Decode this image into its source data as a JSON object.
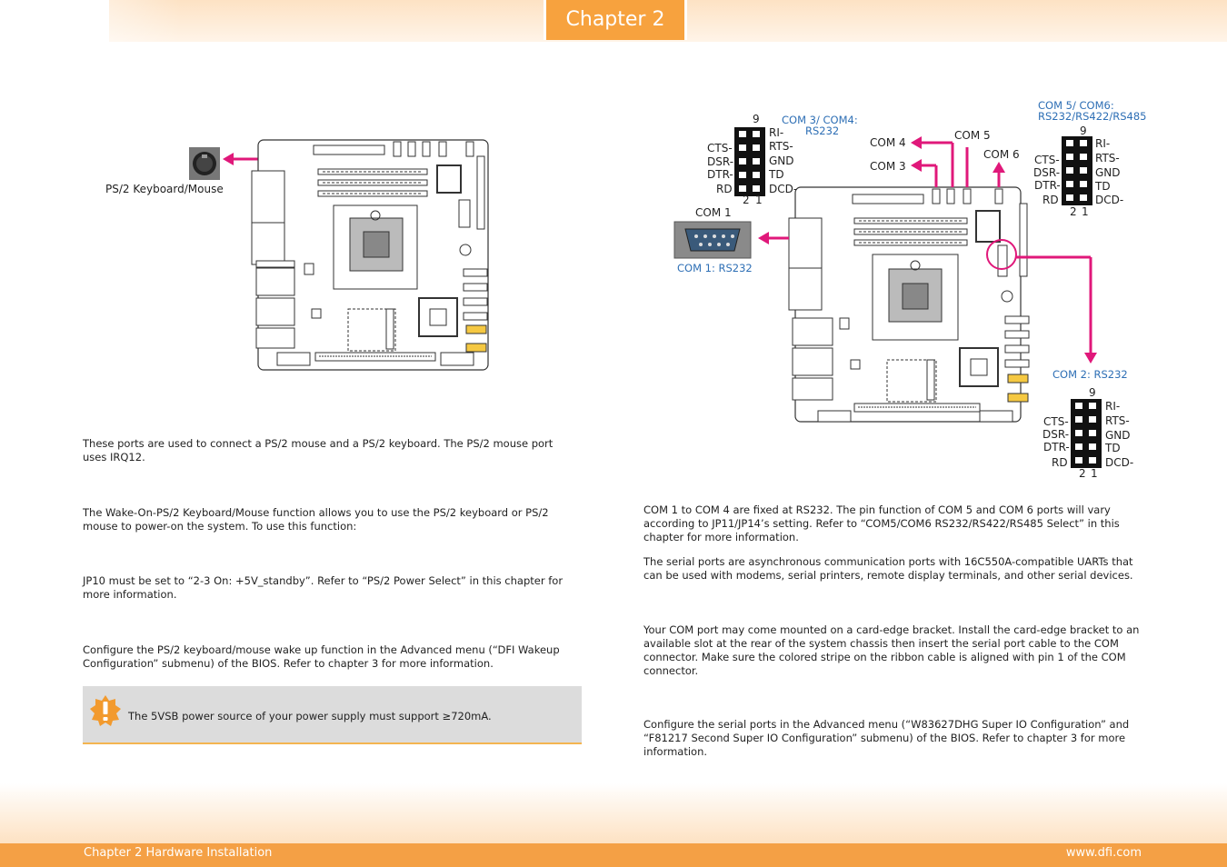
{
  "header": {
    "chapter_tab": "Chapter 2"
  },
  "footer": {
    "left": "Chapter 2 Hardware Installation",
    "right": "www.dfi.com"
  },
  "ps2": {
    "connector_label": "PS/2 Keyboard/Mouse",
    "paragraphs": [
      "These ports are used to connect a PS/2 mouse and a PS/2 keyboard. The PS/2 mouse port uses IRQ12.",
      "The Wake-On-PS/2 Keyboard/Mouse function allows you to use the PS/2 keyboard or PS/2 mouse to power-on the system. To use this function:",
      "JP10 must be set to “2-3 On: +5V_standby”. Refer to “PS/2 Power Select” in this chapter for more information.",
      "Configure the PS/2 keyboard/mouse wake up function in the Advanced menu (“DFI Wakeup Configuration” submenu) of the BIOS. Refer to chapter 3 for more information."
    ],
    "note": "The 5VSB power source of your power supply must support ≥720mA."
  },
  "com": {
    "labels": {
      "com1": "COM 1",
      "com1_type": "COM 1: RS232",
      "com3": "COM 3",
      "com4": "COM 4",
      "com5": "COM 5",
      "com6": "COM 6",
      "com34_type_line1": "COM 3/ COM4:",
      "com34_type_line2": "RS232",
      "com56_type_line1": "COM 5/ COM6:",
      "com56_type_line2": "RS232/RS422/RS485",
      "com2_type": "COM 2: RS232"
    },
    "pin_numbers": {
      "top": "9",
      "bottom_left": "2",
      "bottom_right": "1"
    },
    "pins_left": [
      "CTS-",
      "DSR-",
      "DTR-",
      "RD"
    ],
    "pins_right": [
      "RI-",
      "RTS-",
      "GND",
      "TD",
      "DCD-"
    ],
    "paragraphs": [
      "COM 1 to COM 4 are fixed at RS232. The pin function of COM 5 and COM 6 ports will vary according to JP11/JP14’s setting. Refer to “COM5/COM6 RS232/RS422/RS485 Select” in this chapter for more information.",
      "The serial ports are asynchronous communication ports with 16C550A-compatible UARTs that can be used with modems, serial printers, remote display terminals, and other serial devices.",
      "Your COM port may come mounted on a card-edge bracket. Install the card-edge bracket to an available slot at the rear of the system chassis then insert the serial port cable to the COM connector. Make sure the colored stripe on the ribbon cable is aligned with pin 1 of the COM connector.",
      "Configure the serial ports in the Advanced menu (“W83627DHG Super IO Configuration” and “F81217 Second Super IO Configuration” submenu) of the BIOS. Refer to chapter 3 for more information."
    ]
  },
  "colors": {
    "accent": "#f7a23e",
    "arrow": "#e0187a",
    "blue_label": "#2e6fb5"
  }
}
